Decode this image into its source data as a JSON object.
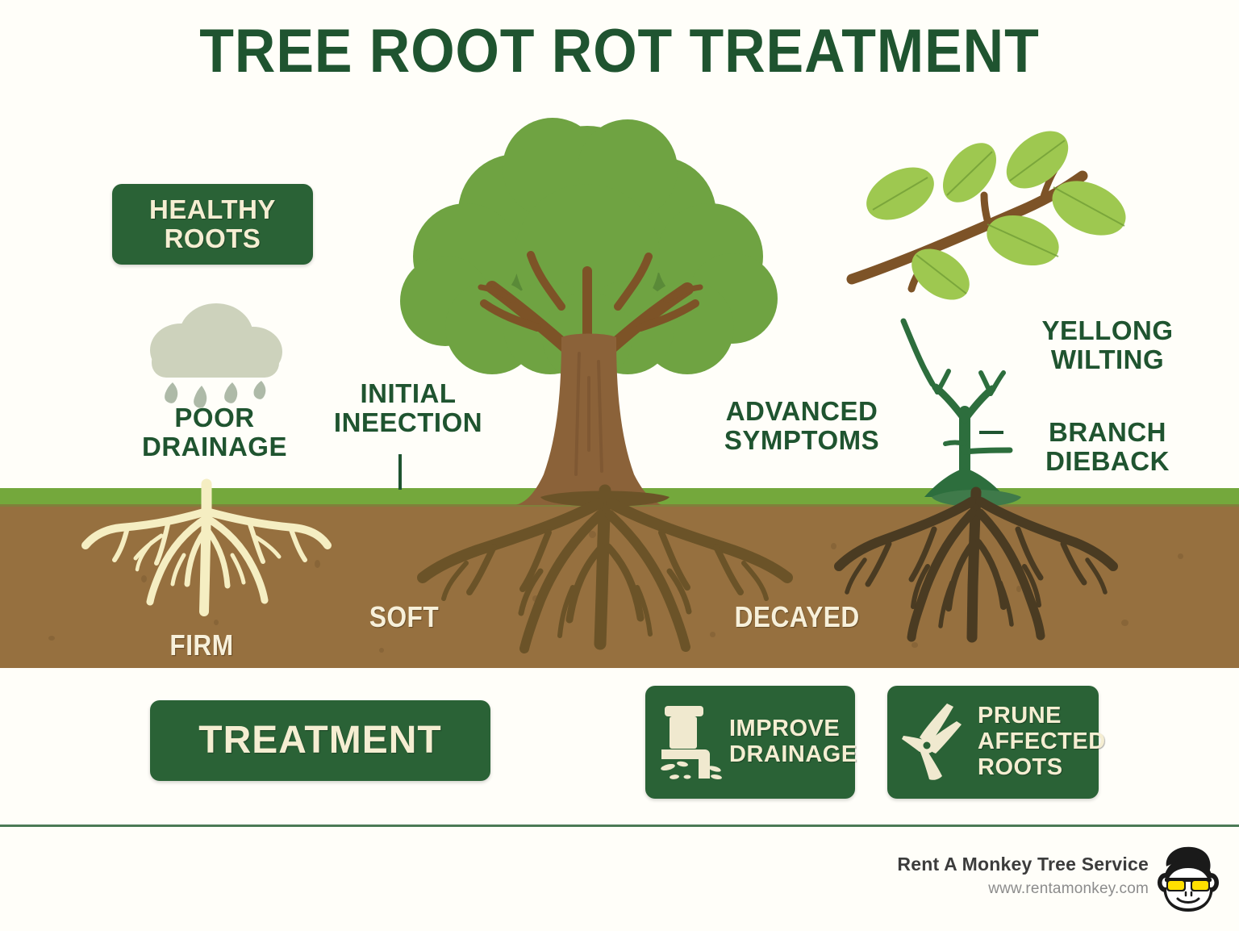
{
  "title": "TREE ROOT ROT TREATMENT",
  "badges": {
    "healthy_roots": "HEALTHY ROOTS",
    "treatment": "TREATMENT"
  },
  "labels": {
    "poor_drainage": "POOR DRAINAGE",
    "initial_infection": "INITIAL INEECTION",
    "advanced_symptoms": "ADVANCED SYMPTOMS",
    "yellowing_wilting": "YELLONG WILTING",
    "branch_dieback": "BRANCH DIEBACK"
  },
  "soil_labels": {
    "firm": "FIRM",
    "soft": "SOFT",
    "decayed": "DECAYED"
  },
  "treatment_actions": [
    {
      "label": "IMPROVE DRAINAGE",
      "icon": "drain-pipe-icon"
    },
    {
      "label": "PRUNE AFFECTED ROOTS",
      "icon": "pruning-shears-icon"
    }
  ],
  "footer": {
    "company": "Rent A Monkey Tree Service",
    "website": "www.rentamonkey.com",
    "logo": "monkey-head-logo"
  },
  "colors": {
    "dark_green": "#1f5430",
    "badge_green": "#2a6236",
    "cream": "#f5eed2",
    "grass": "#74a83c",
    "soil": "#96703f",
    "healthy_root": "#f5eec2",
    "decayed_root": "#4a3b22",
    "canopy_light": "#6fa342",
    "canopy_dark": "#5a8a38",
    "trunk": "#8b6239",
    "leaf_yellow_green": "#9ec850",
    "logo_yellow": "#ffe000"
  }
}
